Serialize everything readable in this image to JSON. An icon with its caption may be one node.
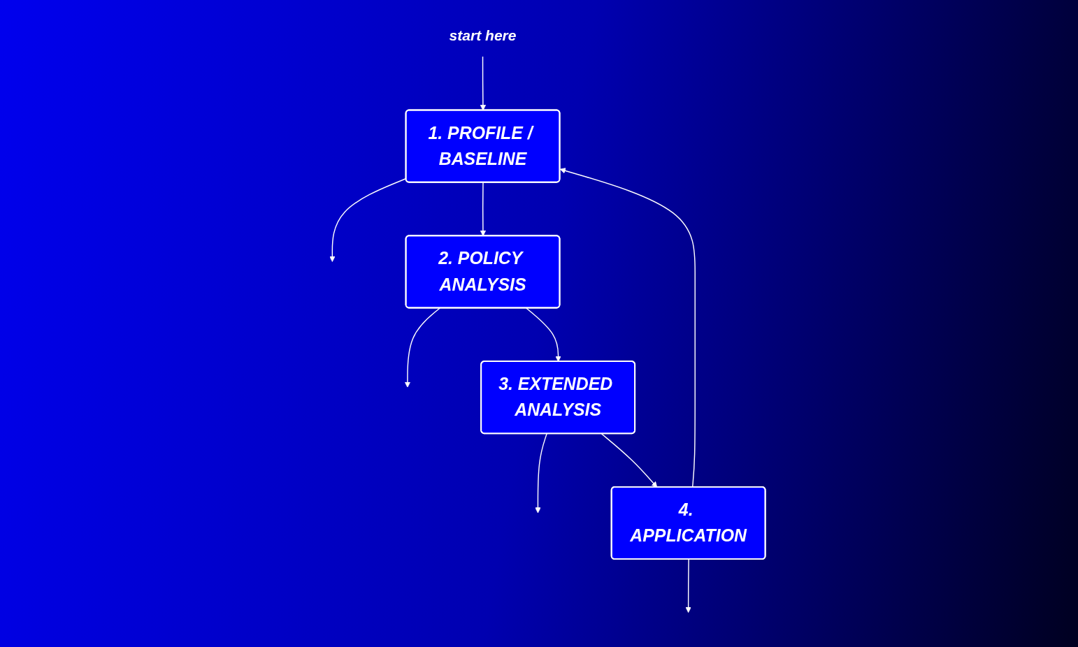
{
  "diagram": {
    "nodes": [
      {
        "text": [
          "start here"
        ]
      },
      {
        "text": [
          "1. PROFILE / BASELINE"
        ]
      },
      {
        "text": [
          "2. POLICY ANALYSIS"
        ]
      },
      {
        "text": [
          "3. EXTENDED ANALYSIS"
        ]
      },
      {
        "text": [
          "4. APPLICATION"
        ]
      }
    ],
    "edges": [
      {
        "from": 0,
        "to": 1,
        "arrow": "to"
      },
      {
        "from": 1,
        "to": null,
        "arrow": "to"
      },
      {
        "from": 1,
        "to": 2,
        "arrow": "to"
      },
      {
        "from": 2,
        "to": null,
        "arrow": "to"
      },
      {
        "from": 2,
        "to": 3,
        "arrow": "to"
      },
      {
        "from": 3,
        "to": null,
        "arrow": "to"
      },
      {
        "from": 3,
        "to": 4,
        "arrow": "to"
      },
      {
        "from": 4,
        "to": null,
        "arrow": "to"
      },
      {
        "from": 4,
        "to": 1,
        "arrow": "to"
      }
    ]
  }
}
